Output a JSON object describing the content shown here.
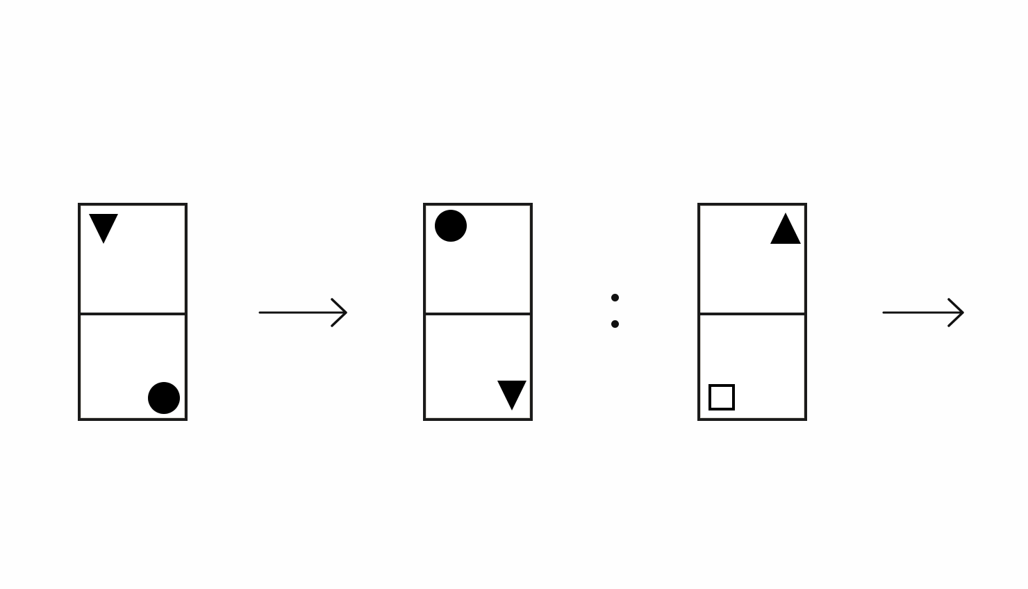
{
  "diagram": {
    "type": "analogy",
    "colors": {
      "stroke": "#1b1b1b",
      "fill": "#000000",
      "background": "#ffffff"
    },
    "panels": [
      {
        "top_shape": "filled-triangle-down",
        "bottom_shape": "filled-circle"
      },
      {
        "top_shape": "filled-circle",
        "bottom_shape": "filled-triangle-down"
      },
      {
        "top_shape": "filled-triangle-up",
        "bottom_shape": "outlined-square"
      }
    ],
    "connectors": [
      "right-arrow-icon",
      "colon-icon",
      "right-arrow-icon"
    ]
  }
}
